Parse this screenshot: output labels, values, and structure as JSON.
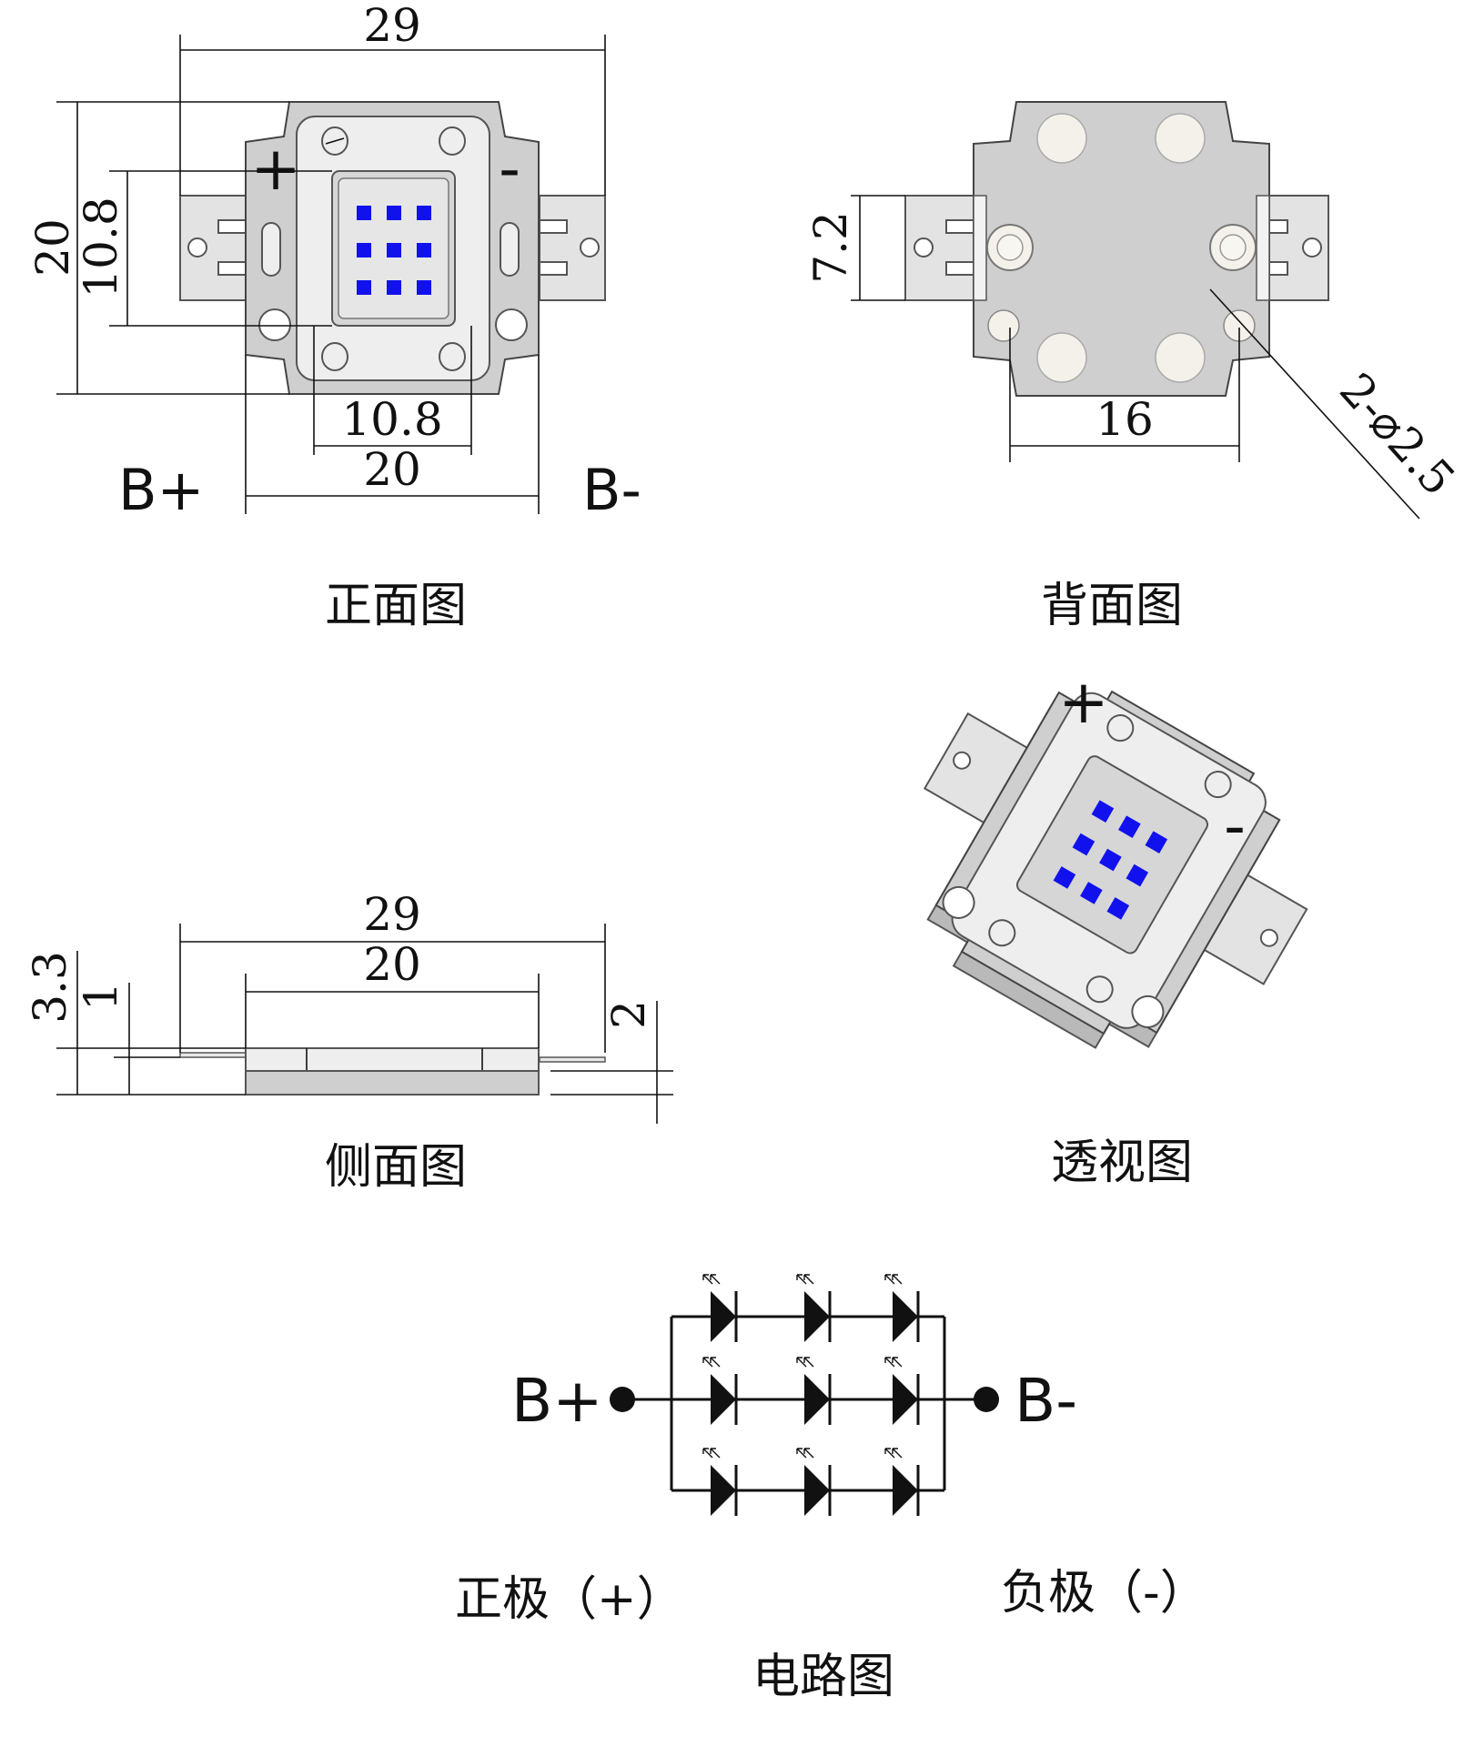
{
  "views": {
    "front": {
      "caption": "正面图",
      "dims": {
        "width_overall": "29",
        "height": "20",
        "chip_height": "10.8",
        "chip_width": "10.8",
        "body_width": "20"
      },
      "terminal_plus": "B+",
      "terminal_minus": "B-",
      "marks": {
        "plus": "+",
        "minus": "-"
      }
    },
    "back": {
      "caption": "背面图",
      "dims": {
        "pad_height": "7.2",
        "hole_spacing": "16",
        "holes": "2-⌀2.5"
      }
    },
    "side": {
      "caption": "侧面图",
      "dims": {
        "width_overall": "29",
        "body_width": "20",
        "total_height": "3.3",
        "lead_height": "1",
        "body_height": "2"
      }
    },
    "perspective": {
      "caption": "透视图",
      "marks": {
        "plus": "+",
        "minus": "-"
      }
    },
    "circuit": {
      "caption": "电路图",
      "terminal_plus": "B+",
      "terminal_minus": "B-",
      "positive_label": "正极（+）",
      "negative_label": "负极（-）",
      "led_rows": 3,
      "led_cols": 3
    }
  },
  "colors": {
    "led": "#1111ee",
    "body": "#cfcfcf",
    "inner": "#eeeeee"
  }
}
